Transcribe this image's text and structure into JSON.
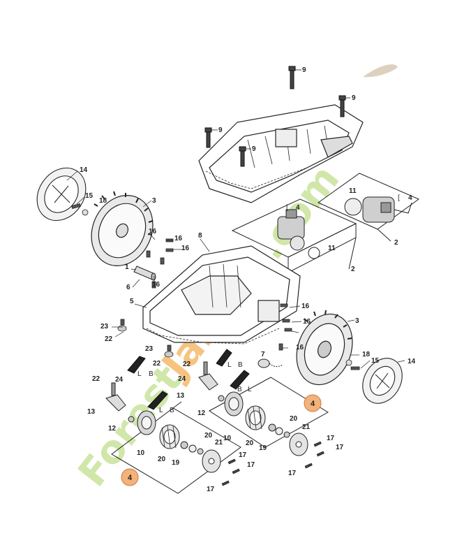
{
  "watermark": {
    "text_part1": "Forest",
    "text_part2": "Jardin",
    "text_part3": ".com",
    "color_green": "#c8e39a",
    "color_orange": "#f5b969"
  },
  "callout_color": "#f2b27a",
  "labels": {
    "p1": "1",
    "p2a": "2",
    "p2b": "2",
    "p3a": "3",
    "p3b": "3",
    "p4a": "4",
    "p4b": "4",
    "p4c": "4",
    "p4d": "4",
    "p5": "5",
    "p6": "6",
    "p7": "7",
    "p8": "8",
    "p9a": "9",
    "p9b": "9",
    "p9c": "9",
    "p9d": "9",
    "p10a": "10",
    "p10b": "10",
    "p11a": "11",
    "p11b": "11",
    "p12a": "12",
    "p12b": "12",
    "p13a": "13",
    "p13b": "13",
    "p14a": "14",
    "p14b": "14",
    "p15a": "15",
    "p15b": "15",
    "p16a": "16",
    "p16b": "16",
    "p16c": "16",
    "p16d": "16",
    "p16e": "16",
    "p16f": "16",
    "p16g": "16",
    "p17a": "17",
    "p17b": "17",
    "p17c": "17",
    "p17d": "17",
    "p17e": "17",
    "p17f": "17",
    "p18a": "18",
    "p18b": "18",
    "p19a": "19",
    "p19b": "19",
    "p20a": "20",
    "p20b": "20",
    "p20c": "20",
    "p20d": "20",
    "p21a": "21",
    "p21b": "21",
    "p22a": "22",
    "p22b": "22",
    "p22c": "22",
    "p22d": "22",
    "p23a": "23",
    "p23b": "23",
    "p24a": "24",
    "p24b": "24"
  },
  "bracket_marks": {
    "L": "L",
    "B": "B",
    "bracket": "["
  }
}
